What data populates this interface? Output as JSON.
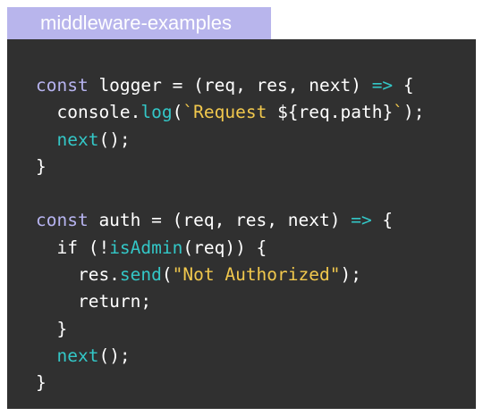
{
  "tab": {
    "label": "middleware-examples"
  },
  "code": {
    "lines": [
      [
        {
          "t": "const",
          "c": "kw"
        },
        {
          "t": " logger = (req, res, next) ",
          "c": "plain"
        },
        {
          "t": "=>",
          "c": "op"
        },
        {
          "t": " {",
          "c": "plain"
        }
      ],
      [
        {
          "t": "  console.",
          "c": "plain"
        },
        {
          "t": "log",
          "c": "fn"
        },
        {
          "t": "(",
          "c": "plain"
        },
        {
          "t": "`Request ",
          "c": "str"
        },
        {
          "t": "${req.path}",
          "c": "plain"
        },
        {
          "t": "`",
          "c": "str"
        },
        {
          "t": ");",
          "c": "plain"
        }
      ],
      [
        {
          "t": "  ",
          "c": "plain"
        },
        {
          "t": "next",
          "c": "fn"
        },
        {
          "t": "();",
          "c": "plain"
        }
      ],
      [
        {
          "t": "}",
          "c": "plain"
        }
      ],
      [
        {
          "t": "",
          "c": "plain"
        }
      ],
      [
        {
          "t": "const",
          "c": "kw"
        },
        {
          "t": " auth = (req, res, next) ",
          "c": "plain"
        },
        {
          "t": "=>",
          "c": "op"
        },
        {
          "t": " {",
          "c": "plain"
        }
      ],
      [
        {
          "t": "  if (!",
          "c": "plain"
        },
        {
          "t": "isAdmin",
          "c": "fn"
        },
        {
          "t": "(req)) {",
          "c": "plain"
        }
      ],
      [
        {
          "t": "    res.",
          "c": "plain"
        },
        {
          "t": "send",
          "c": "fn"
        },
        {
          "t": "(",
          "c": "plain"
        },
        {
          "t": "\"Not Authorized\"",
          "c": "str"
        },
        {
          "t": ");",
          "c": "plain"
        }
      ],
      [
        {
          "t": "    return;",
          "c": "plain"
        }
      ],
      [
        {
          "t": "  }",
          "c": "plain"
        }
      ],
      [
        {
          "t": "  ",
          "c": "plain"
        },
        {
          "t": "next",
          "c": "fn"
        },
        {
          "t": "();",
          "c": "plain"
        }
      ],
      [
        {
          "t": "}",
          "c": "plain"
        }
      ]
    ]
  }
}
